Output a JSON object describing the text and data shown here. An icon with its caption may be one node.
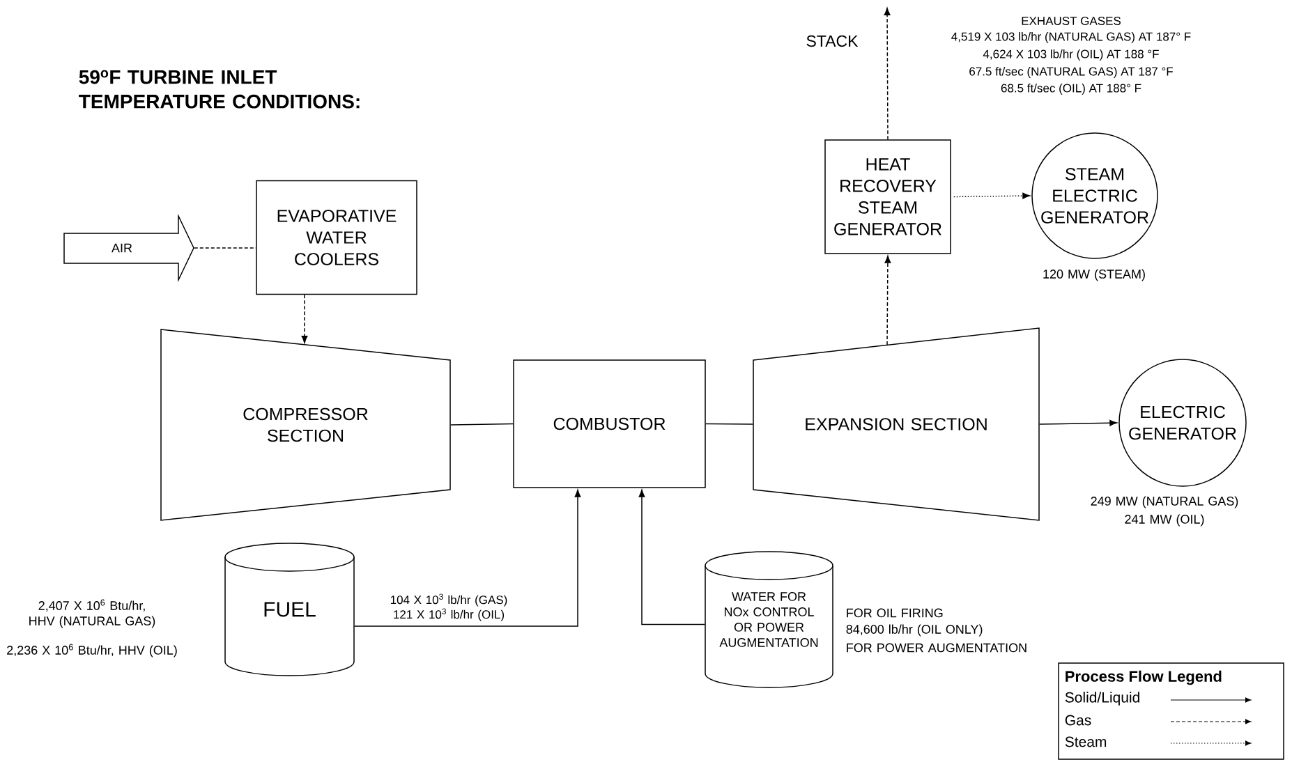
{
  "diagram": {
    "title": "59$^{o}$F TURBINE INLET TEMPERATURE CONDITIONS:",
    "nodes": [
      {
        "text": [
          "AIR"
        ]
      },
      {
        "text": [
          "EVAPORATIVE WATER COOLERS"
        ]
      },
      {
        "text": [
          "COMPRESSOR SECTION"
        ]
      },
      {
        "text": [
          "COMBUSTOR"
        ]
      },
      {
        "text": [
          "EXPANSION SECTION"
        ]
      },
      {
        "text": [
          "HEAT RECOVERY STEAM GENERATOR"
        ]
      },
      {
        "text": [
          "STEAM ELECTRIC GENERATOR"
        ],
        "beside": [
          "120 MW (STEAM)"
        ]
      },
      {
        "text": [
          "ELECTRIC GENERATOR"
        ],
        "beside": [
          "249 MW (NATURAL GAS)",
          "241 MW (OIL)"
        ]
      },
      {
        "text": [
          "FUEL"
        ],
        "beside": [
          "2,407 X 10$^{6}$ Btu/hr, HHV (NATURAL GAS)",
          "2,236 X 10$^{6}$ Btu/hr, HHV (OIL)"
        ]
      },
      {
        "text": [
          "WATER FOR NOx CONTROL OR POWER AUGMENTATION"
        ],
        "beside": [
          "FOR OIL FIRING",
          "84,600 lb/hr (OIL ONLY)",
          "FOR POWER AUGMENTATION"
        ]
      }
    ],
    "edges": [
      {
        "from": 0,
        "to": 1,
        "arrow": "none",
        "style": "dashed"
      },
      {
        "from": 1,
        "to": 2,
        "arrow": "to",
        "style": "dashed"
      },
      {
        "from": 2,
        "to": 3,
        "arrow": "none"
      },
      {
        "from": 3,
        "to": 4,
        "arrow": "none"
      },
      {
        "from": 4,
        "to": 5,
        "arrow": "to",
        "style": "dashed"
      },
      {
        "from": 5,
        "to": null,
        "arrow": "to",
        "style": "dashed"
      },
      {
        "from": 5,
        "to": 6,
        "arrow": "to",
        "style": "dashed"
      },
      {
        "from": 4,
        "to": 7,
        "arrow": "to"
      },
      {
        "from": 8,
        "to": 3,
        "arrow": "to",
        "label": "104 X 10$^{3}$ lb/hr (GAS) 121 X 10$^{3}$ lb/hr (OIL)"
      },
      {
        "from": 9,
        "to": 3,
        "arrow": "to"
      }
    ],
    "labels": [
      "STACK",
      "EXHAUST GASES",
      "4,519 X 103 lb/hr (NATURAL GAS) AT 187° F",
      "4,624 X 103 lb/hr (OIL) AT 188 °F",
      "67.5 ft/sec (NATURAL GAS) AT 187 °F",
      "68.5 ft/sec (OIL) AT 188° F",
      "Process Flow Legend"
    ],
    "legend": [
      {
        "text": "Solid/Liquid"
      },
      {
        "text": "Gas"
      },
      {
        "text": "Steam"
      }
    ]
  }
}
